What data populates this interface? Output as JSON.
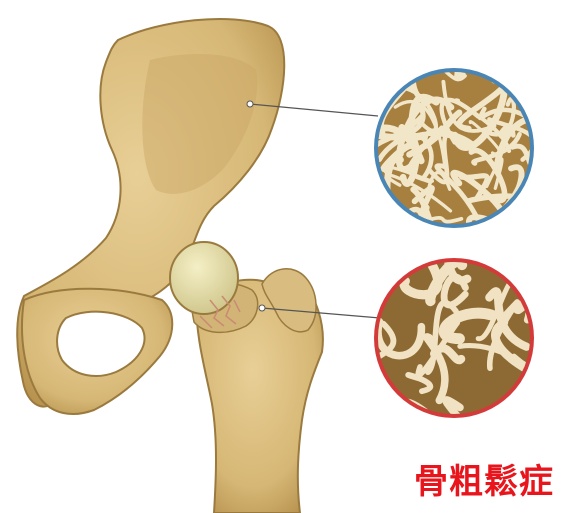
{
  "caption": {
    "text": "骨粗鬆症"
  },
  "colors": {
    "bone_fill": "#dcc083",
    "bone_shadow": "#c49f5c",
    "bone_outline": "#9a7a3e",
    "femoral_head": "#e6e0a4",
    "fracture": "#c98a72",
    "healthy_ring": "#4a86b5",
    "osteoporotic_ring": "#d33b3a",
    "trabecula": "#f2e6c9",
    "pore_dark": "#a77f3f",
    "leader_line": "#555555",
    "caption": "#e8161c"
  },
  "callouts": [
    {
      "name": "healthy-bone-detail",
      "ring_color": "healthy_ring",
      "density": "dense"
    },
    {
      "name": "osteoporotic-bone-detail",
      "ring_color": "osteoporotic_ring",
      "density": "sparse"
    }
  ]
}
